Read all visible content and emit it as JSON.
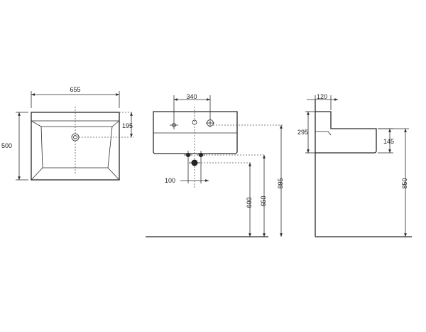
{
  "views": {
    "top": {
      "width": "655",
      "depth": "500",
      "drain_offset": "195"
    },
    "front": {
      "tap_spacing": "340",
      "waste_spacing": "100",
      "height_600": "600",
      "height_650": "650",
      "height_895": "895"
    },
    "side": {
      "depth_120": "120",
      "height_295": "295",
      "height_145": "145",
      "height_850": "850"
    }
  },
  "colors": {
    "line": "#2a2a2a",
    "background": "#ffffff"
  }
}
